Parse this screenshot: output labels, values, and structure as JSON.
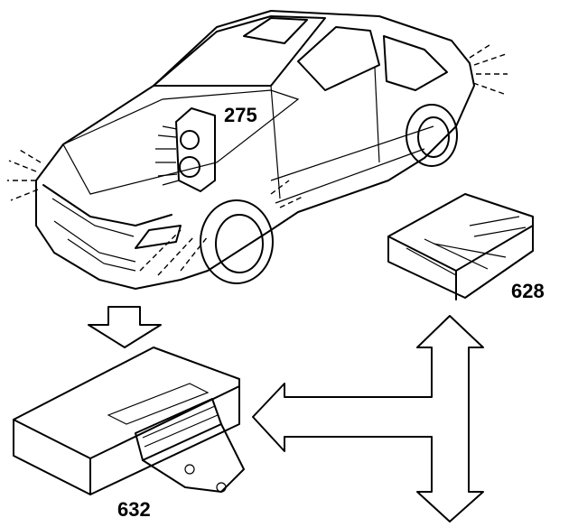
{
  "labels": {
    "headlamp": "275",
    "module_a": "628",
    "module_b": "632"
  },
  "colors": {
    "ink": "#000000",
    "paper": "#ffffff"
  }
}
